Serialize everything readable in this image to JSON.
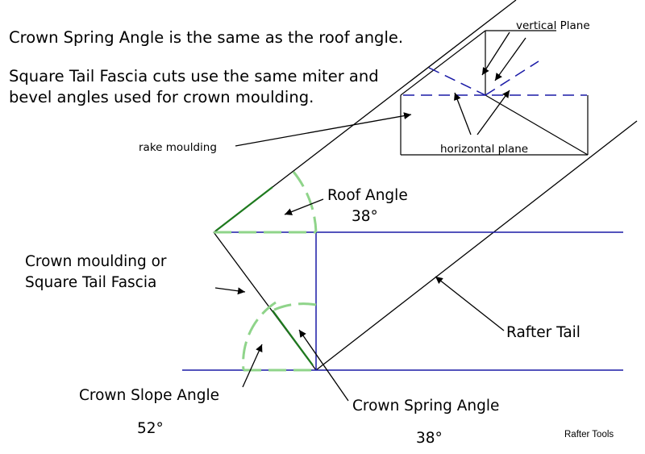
{
  "heading": {
    "line1": "Crown Spring Angle is the same as the roof angle.",
    "line2": "Square Tail Fascia cuts use the same miter and",
    "line3": "bevel angles used for crown moulding."
  },
  "labels": {
    "vertical_plane": "vertical Plane",
    "horizontal_plane": "horizontal plane",
    "rake_moulding": "rake moulding",
    "roof_angle": "Roof Angle",
    "roof_angle_value": "38°",
    "crown_moulding_line1": "Crown moulding or",
    "crown_moulding_line2": "Square Tail Fascia",
    "rafter_tail": "Rafter Tail",
    "crown_slope_angle": "Crown Slope Angle",
    "crown_slope_value": "52°",
    "crown_spring_angle": "Crown Spring Angle",
    "crown_spring_value": "38°",
    "credit": "Rafter Tools"
  },
  "colors": {
    "line": "#000000",
    "blue": "#1a1aa6",
    "green": "#8fd48a",
    "dark_green": "#1e7a1e"
  }
}
